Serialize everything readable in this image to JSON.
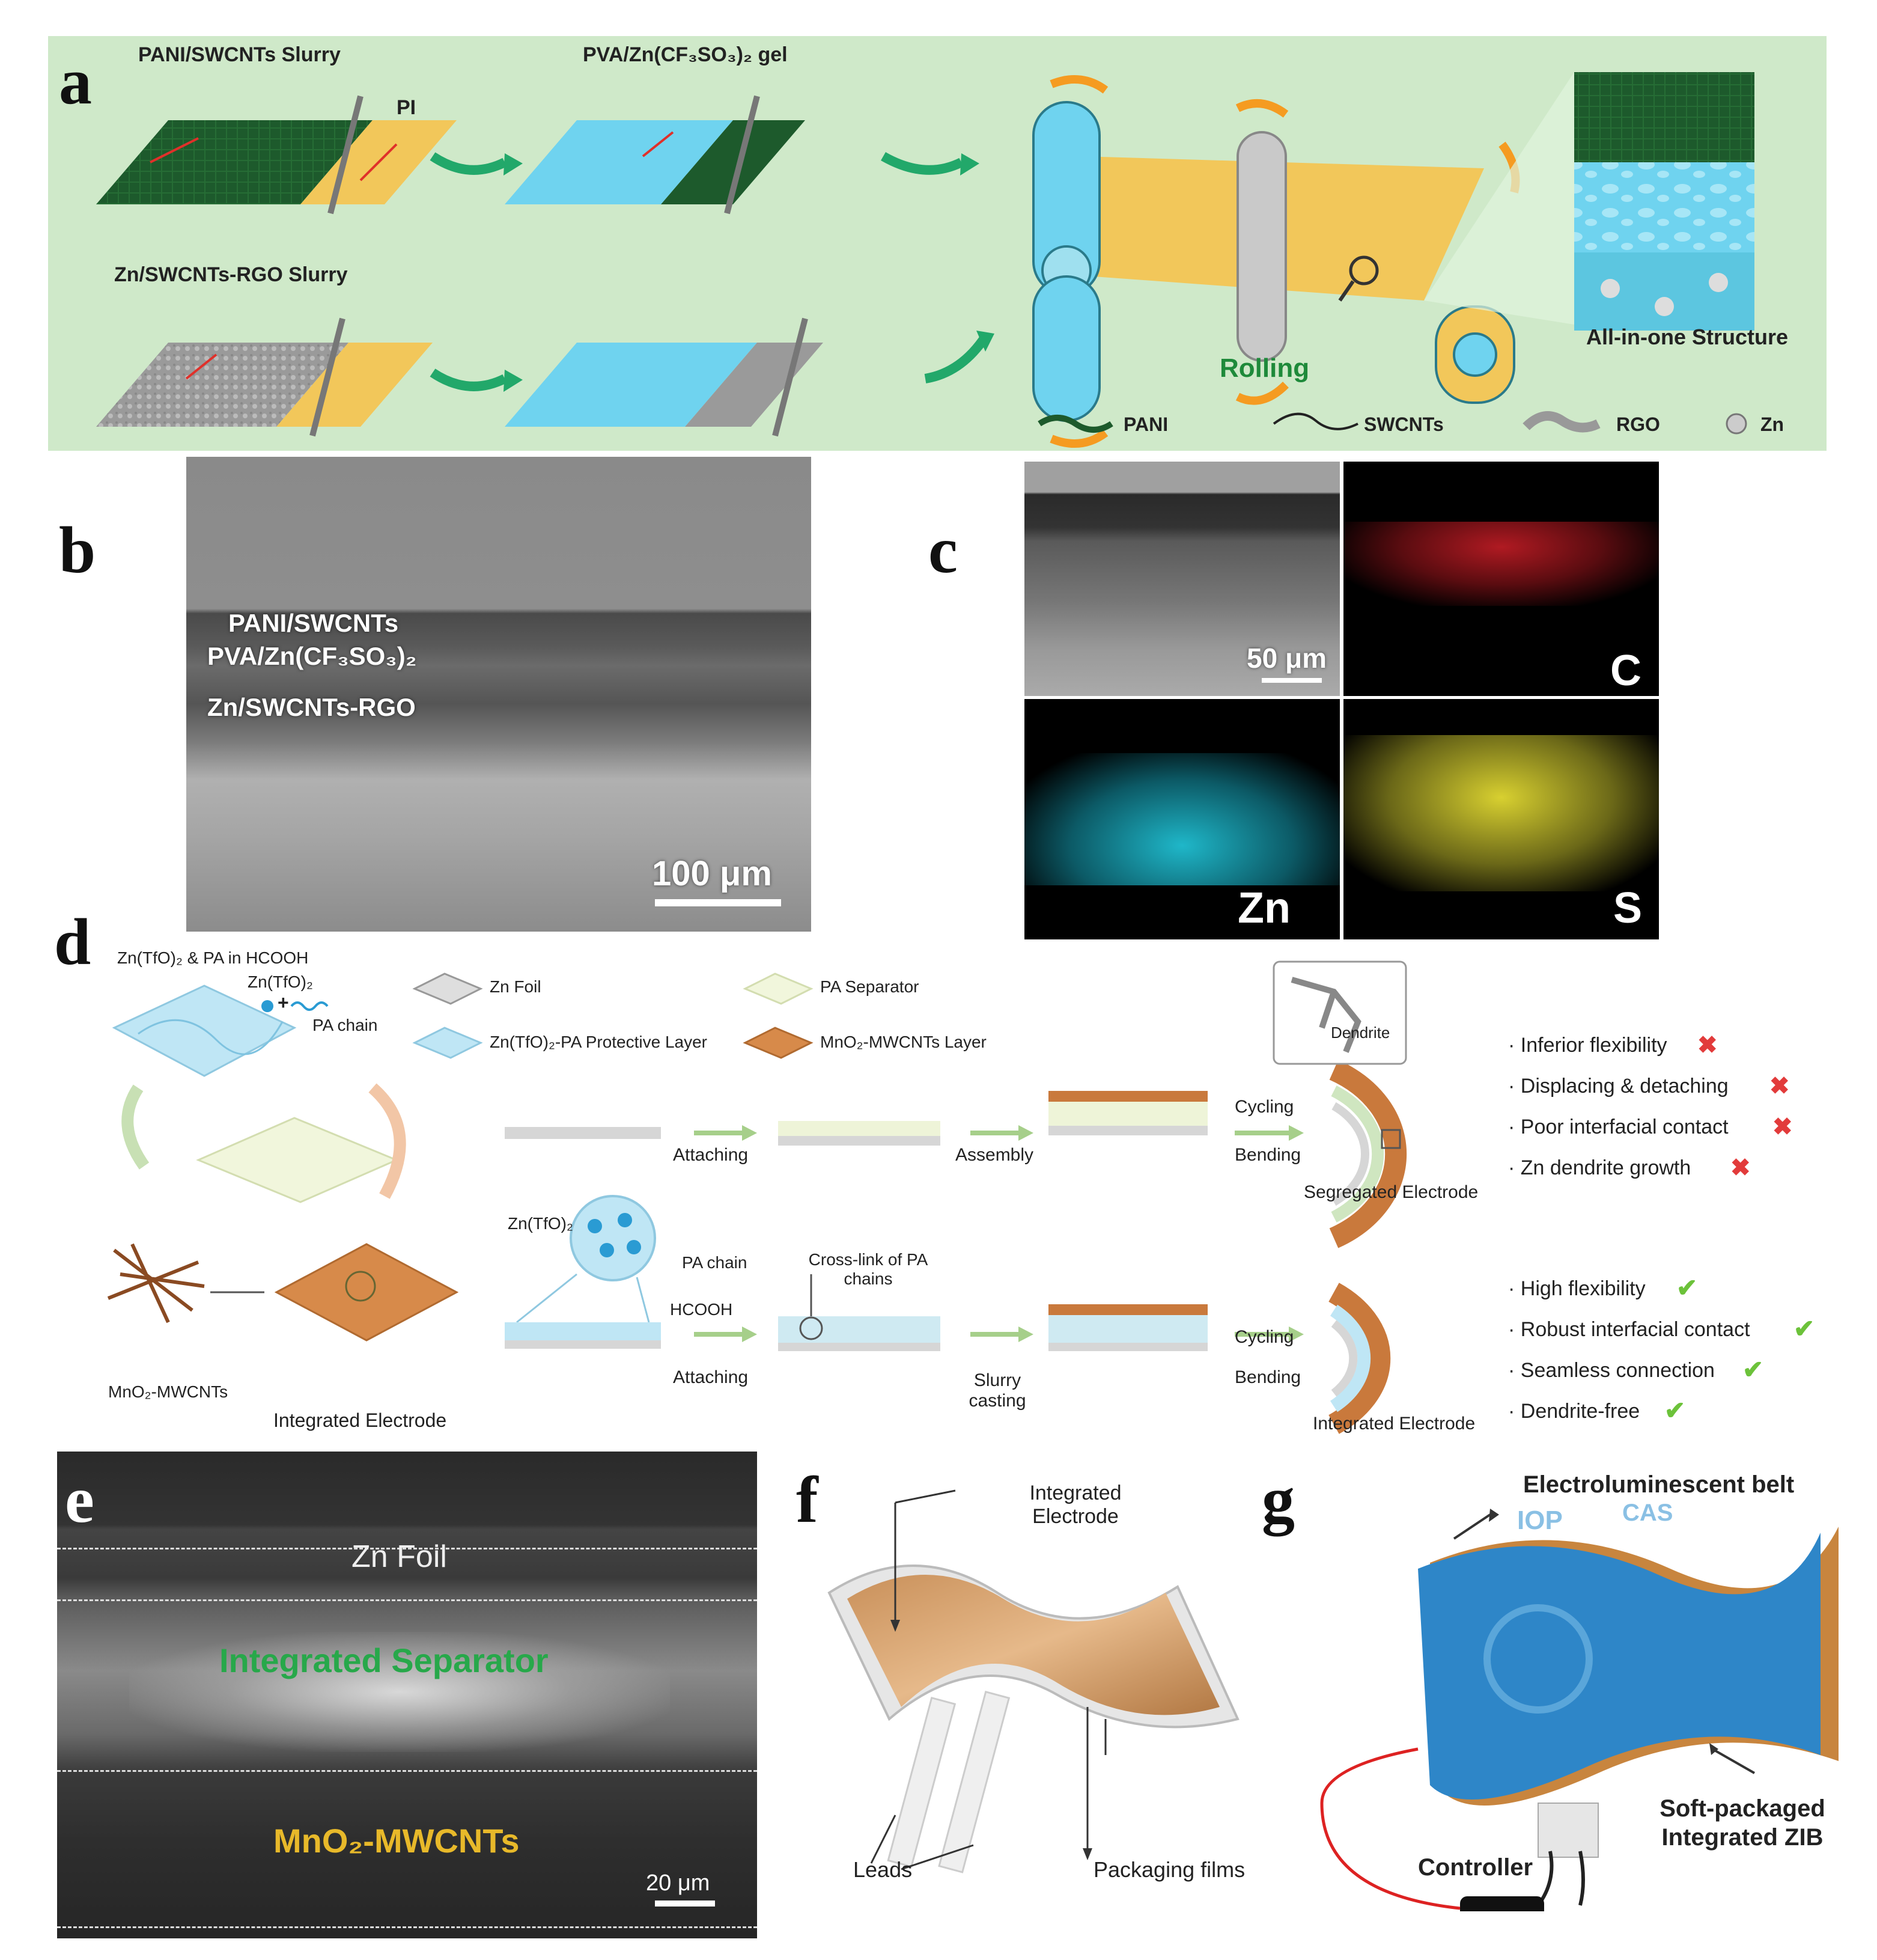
{
  "panel_letters": {
    "a": "a",
    "b": "b",
    "c": "c",
    "d": "d",
    "e": "e",
    "f": "f",
    "g": "g"
  },
  "panel_a": {
    "pani_slurry": "PANI/SWCNTs Slurry",
    "pi": "PI",
    "pva_gel": "PVA/Zn(CF₃SO₃)₂ gel",
    "zn_slurry": "Zn/SWCNTs-RGO Slurry",
    "rolling": "Rolling",
    "all_in_one": "All-in-one Structure",
    "legend": {
      "pani": "PANI",
      "swcnts": "SWCNTs",
      "rgo": "RGO",
      "zn": "Zn"
    },
    "colors": {
      "background": "#cfe9c9",
      "pani": "#1d5a2c",
      "gel": "#6fd3ef",
      "substrate": "#f2c75a",
      "arrow_green": "#22a86a",
      "arrow_orange": "#f59b21",
      "rolling_text": "#1e8a3a"
    }
  },
  "panel_b": {
    "layer_pani": "PANI/SWCNTs",
    "layer_pva": "PVA/Zn(CF₃SO₃)₂",
    "layer_zn": "Zn/SWCNTs-RGO",
    "scale_bar": "100 μm"
  },
  "panel_c": {
    "scale_bar": "50 μm",
    "map_c": "C",
    "map_zn": "Zn",
    "map_s": "S",
    "colors": {
      "c": "#d8202a",
      "zn": "#1fb7c9",
      "s": "#d8d030"
    }
  },
  "panel_d": {
    "precursor": "Zn(TfO)₂ & PA in HCOOH",
    "zn_tfo": "Zn(TfO)₂",
    "plus": "+",
    "pa_chain": "PA chain",
    "legend": {
      "zn_foil": "Zn Foil",
      "pa_separator": "PA Separator",
      "protective_layer": "Zn(TfO)₂-PA Protective Layer",
      "mno2_layer": "MnO₂-MWCNTs Layer"
    },
    "mno2_mwcnts": "MnO₂-MWCNTs",
    "integrated_electrode": "Integrated Electrode",
    "attaching": "Attaching",
    "assembly": "Assembly",
    "cycling": "Cycling",
    "bending": "Bending",
    "dendrite": "Dendrite",
    "segregated_electrode": "Segregated Electrode",
    "cons": [
      "· Inferior flexibility",
      "· Displacing & detaching",
      "· Poor interfacial contact",
      "· Zn dendrite growth"
    ],
    "zoom_zn_tfo": "Zn(TfO)₂",
    "zoom_pa_chain": "PA chain",
    "zoom_hcooh": "HCOOH",
    "cross_link": "Cross-link of PA chains",
    "slurry_casting": "Slurry casting",
    "pros": [
      "· High flexibility",
      "· Robust interfacial contact",
      "· Seamless connection",
      "· Dendrite-free"
    ],
    "x_mark": "✖",
    "check_mark": "✔"
  },
  "panel_e": {
    "zn_foil": "Zn Foil",
    "separator": "Integrated  Separator",
    "mno2": "MnO₂-MWCNTs",
    "scale_bar": "20 μm"
  },
  "panel_f": {
    "integrated_electrode": "Integrated Electrode",
    "leads": "Leads",
    "packaging_films": "Packaging films"
  },
  "panel_g": {
    "belt": "Electroluminescent belt",
    "logo_iop": "IOP",
    "logo_cas": "CAS",
    "soft_packaged": "Soft-packaged Integrated ZIB",
    "controller": "Controller"
  }
}
